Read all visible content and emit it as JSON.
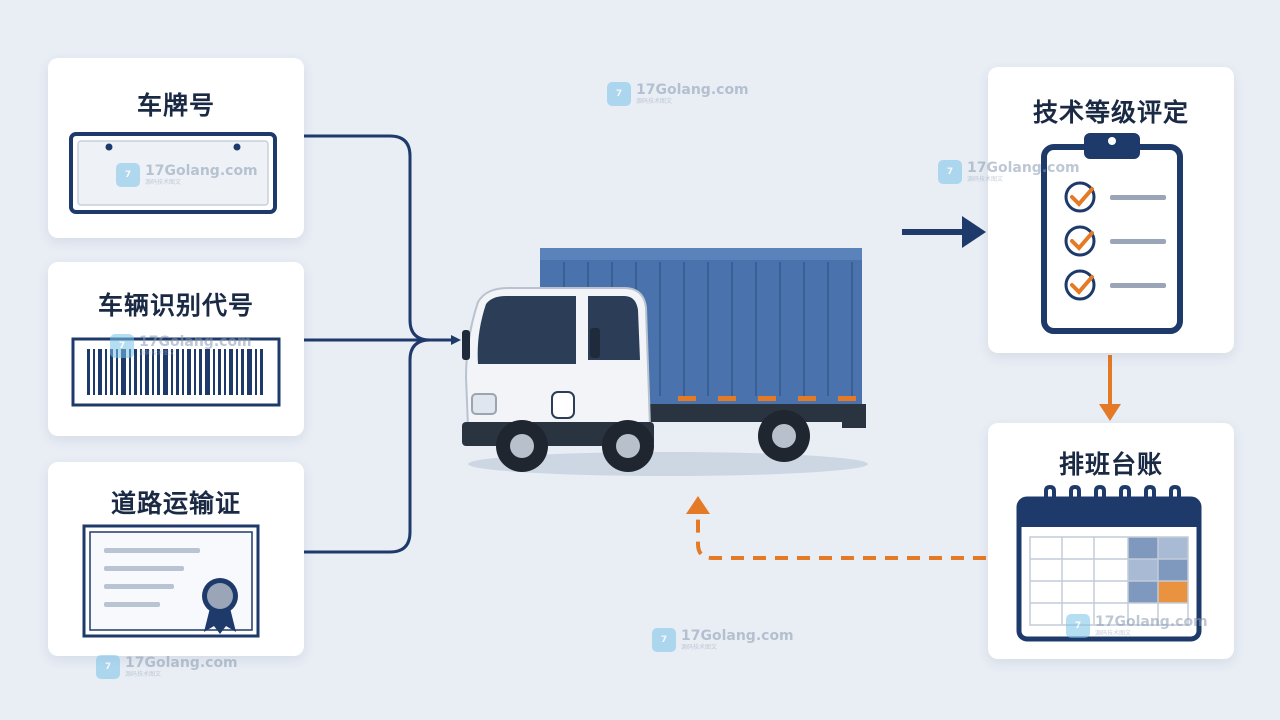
{
  "cards": {
    "plate": {
      "title": "车牌号"
    },
    "vin": {
      "title": "车辆识别代号"
    },
    "permit": {
      "title": "道路运输证"
    },
    "rating": {
      "title": "技术等级评定"
    },
    "schedule": {
      "title": "排班台账"
    }
  },
  "watermark": {
    "domain": "17Golang.com",
    "sub": "源码技术图文"
  },
  "colors": {
    "navy": "#1e3a6b",
    "orange": "#e57a26",
    "truck_box": "#4a73ad",
    "card_bg": "#ffffff",
    "page_bg": "#e9eef5"
  },
  "icons": [
    "license-plate-icon",
    "barcode-icon",
    "certificate-icon",
    "truck-icon",
    "clipboard-checklist-icon",
    "calendar-icon"
  ]
}
